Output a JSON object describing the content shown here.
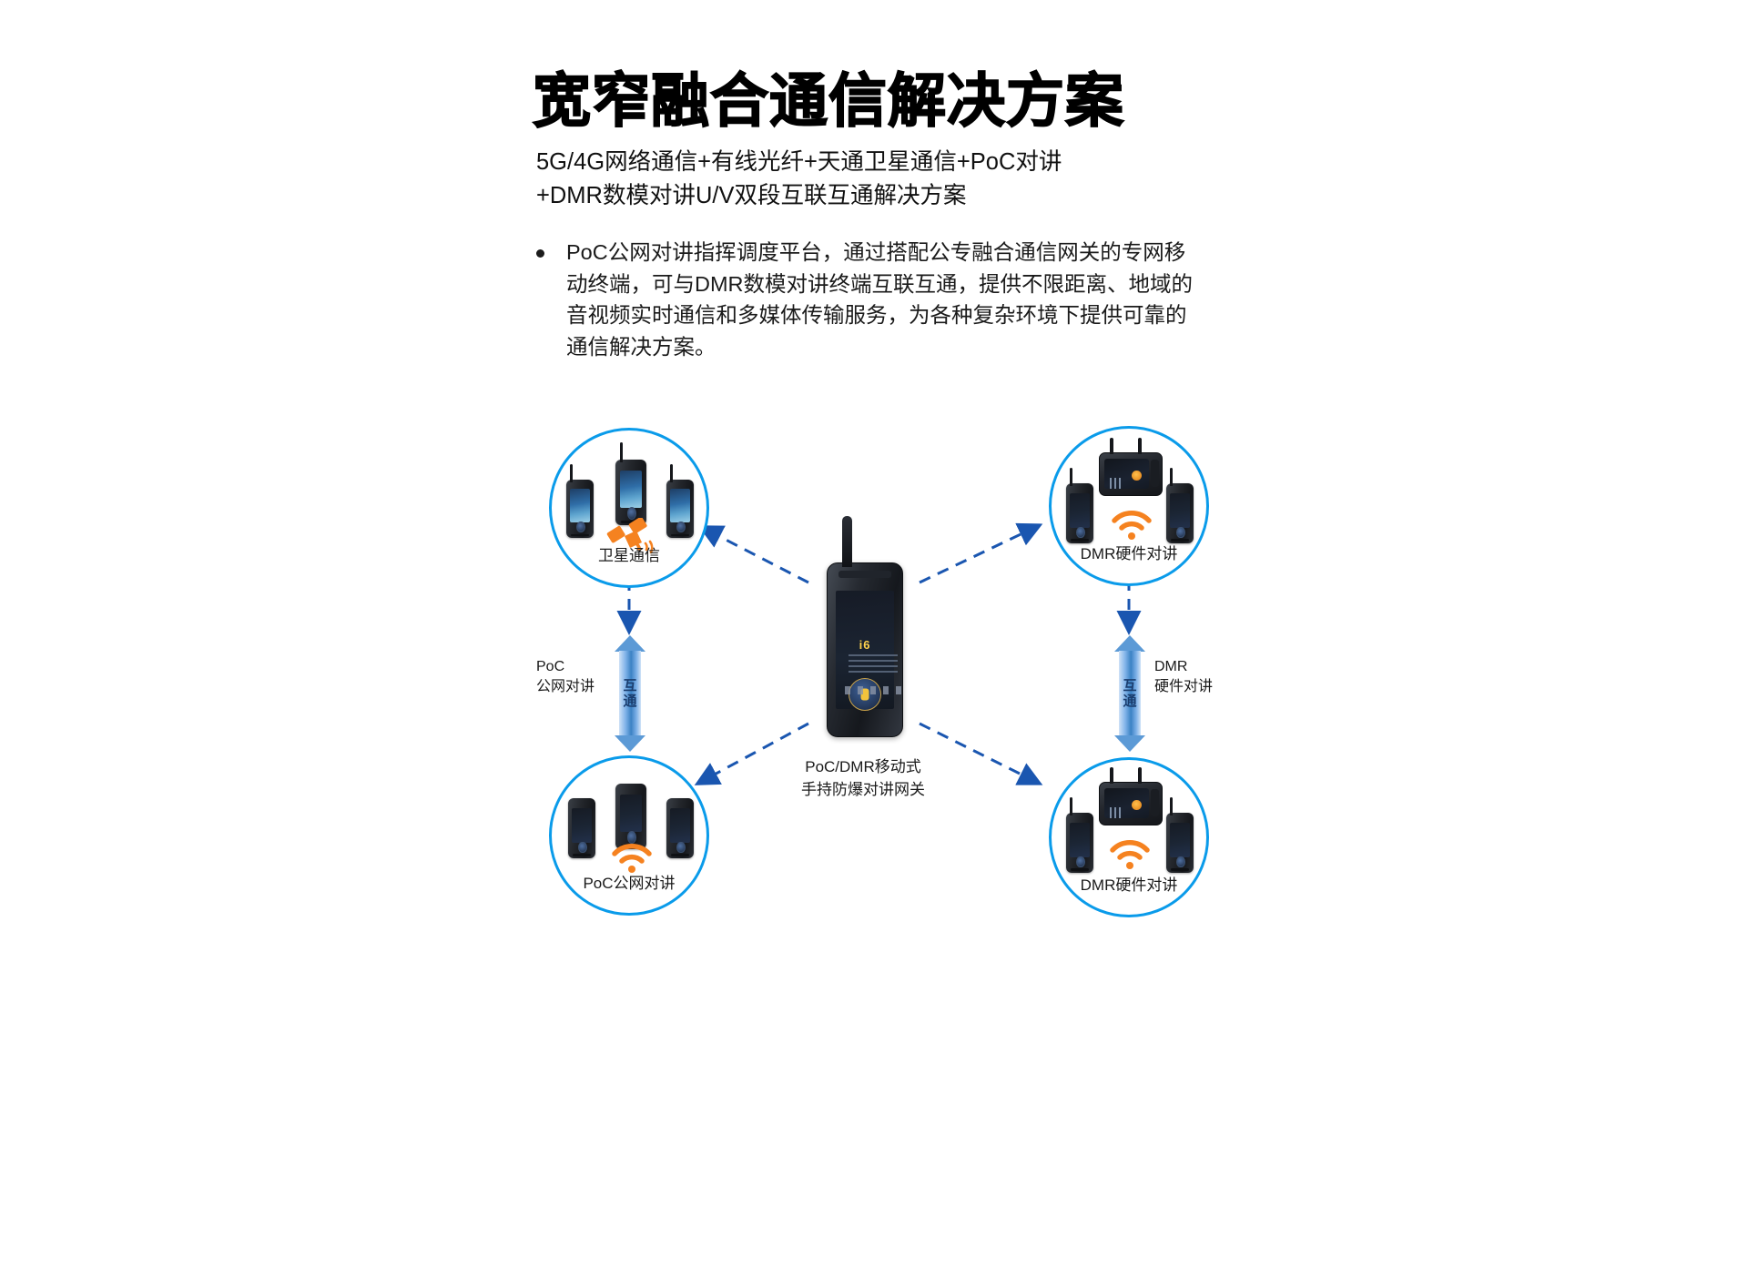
{
  "header": {
    "title": "宽窄融合通信解决方案",
    "subtitle_line1": "5G/4G网络通信+有线光纤+天通卫星通信+PoC对讲",
    "subtitle_line2": "+DMR数模对讲U/V双段互联互通解决方案",
    "bullet": {
      "line1": "PoC公网对讲指挥调度平台，通过搭配公专融合通信网关的专网移",
      "line2": "动终端，可与DMR数模对讲终端互联互通，提供不限距离、地域的",
      "line3": "音视频实时通信和多媒体传输服务，为各种复杂环境下提供可靠的",
      "line4": "通信解决方案。"
    }
  },
  "diagram": {
    "center": {
      "label_line1": "PoC/DMR移动式",
      "label_line2": "手持防爆对讲网关",
      "screen_number": "i6"
    },
    "nodes": [
      {
        "id": "satellite",
        "label": "卫星通信",
        "icon": "satellite-icon",
        "position": "top-left"
      },
      {
        "id": "dmr-top",
        "label": "DMR硬件对讲",
        "icon": "wifi-icon",
        "position": "top-right"
      },
      {
        "id": "poc-bottom",
        "label": "PoC公网对讲",
        "icon": "wifi-icon",
        "position": "bottom-left"
      },
      {
        "id": "dmr-bottom",
        "label": "DMR硬件对讲",
        "icon": "wifi-icon",
        "position": "bottom-right"
      }
    ],
    "connectors": {
      "left": {
        "badge": "互通",
        "label_line1": "PoC",
        "label_line2": "公网对讲"
      },
      "right": {
        "badge": "互通",
        "label_line1": "DMR",
        "label_line2": "硬件对讲"
      }
    }
  },
  "colors": {
    "ring": "#0a9bea",
    "dashed_arrow": "#1a56b0",
    "accent_orange": "#f58220",
    "arrow_blue": "#5c9ad6"
  }
}
